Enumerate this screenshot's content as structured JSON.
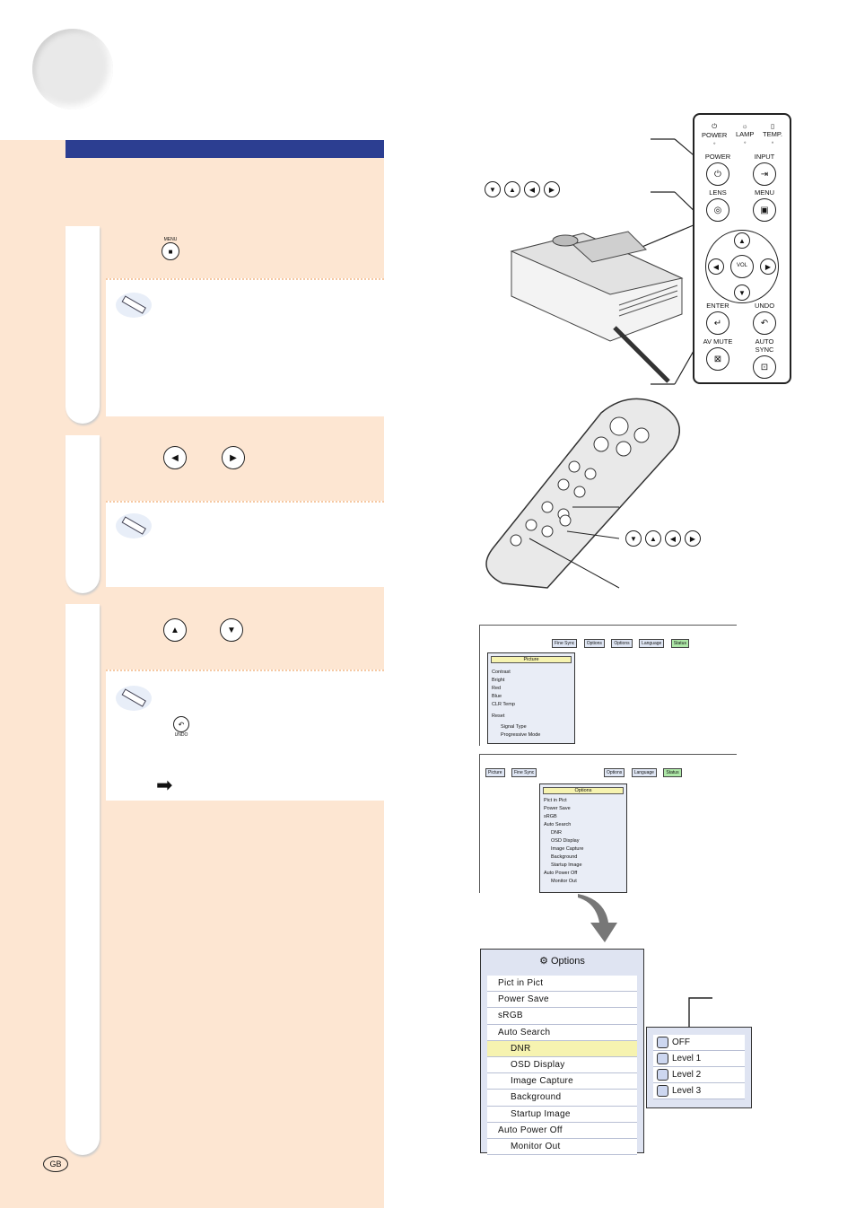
{
  "page": {
    "region_badge": "GB"
  },
  "menu_button": {
    "label": "MENU"
  },
  "undo_button": {
    "label": "UNDO"
  },
  "projector_panel": {
    "indicators": [
      "POWER",
      "LAMP",
      "TEMP."
    ],
    "buttons": [
      "POWER",
      "INPUT",
      "LENS",
      "MENU",
      "ENTER",
      "UNDO",
      "AV MUTE",
      "AUTO SYNC"
    ],
    "vol_label": "VOL"
  },
  "picture_menu": {
    "tabs": [
      "Fine Sync",
      "Options",
      "Options",
      "Language",
      "Status"
    ],
    "title": "Picture",
    "rows": [
      "Contrast",
      "Bright",
      "Red",
      "Blue",
      "CLR Temp",
      "Reset",
      "Signal Type",
      "Progressive Mode"
    ]
  },
  "options_menu_small": {
    "tabs": [
      "Picture",
      "Fine Sync",
      "Options",
      "Language",
      "Status"
    ],
    "title": "Options",
    "rows": [
      "Pict in Pict",
      "Power Save",
      "sRGB",
      "Auto Search",
      "DNR",
      "OSD Display",
      "Image Capture",
      "Background",
      "Startup Image",
      "Auto Power Off",
      "Monitor Out"
    ]
  },
  "options_menu": {
    "title": "Options",
    "rows": [
      "Pict in Pict",
      "Power Save",
      "sRGB",
      "Auto Search",
      "DNR",
      "OSD Display",
      "Image Capture",
      "Background",
      "Startup Image",
      "Auto Power Off",
      "Monitor Out"
    ],
    "selected": "DNR"
  },
  "dnr_submenu": {
    "options": [
      "OFF",
      "Level 1",
      "Level 2",
      "Level 3"
    ]
  },
  "colors": {
    "accent_blue": "#2c3e91",
    "peach": "#fde6d2",
    "highlight": "#f6f3b0"
  }
}
